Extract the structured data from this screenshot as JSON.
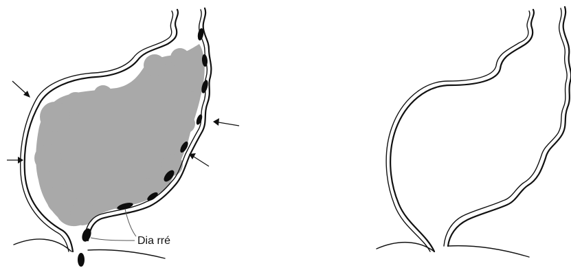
{
  "labels": {
    "diarrhea": "Dia rré"
  },
  "colors": {
    "outline": "#111111",
    "fecal_mass": "#a9a9a9",
    "pellet": "#0d0d0d",
    "background": "#ffffff"
  },
  "panels": [
    {
      "name": "rectum-with-impaction",
      "shows_mass": true,
      "shows_pressure_arrows": true
    },
    {
      "name": "rectum-normal",
      "shows_mass": false,
      "shows_pressure_arrows": false
    }
  ]
}
